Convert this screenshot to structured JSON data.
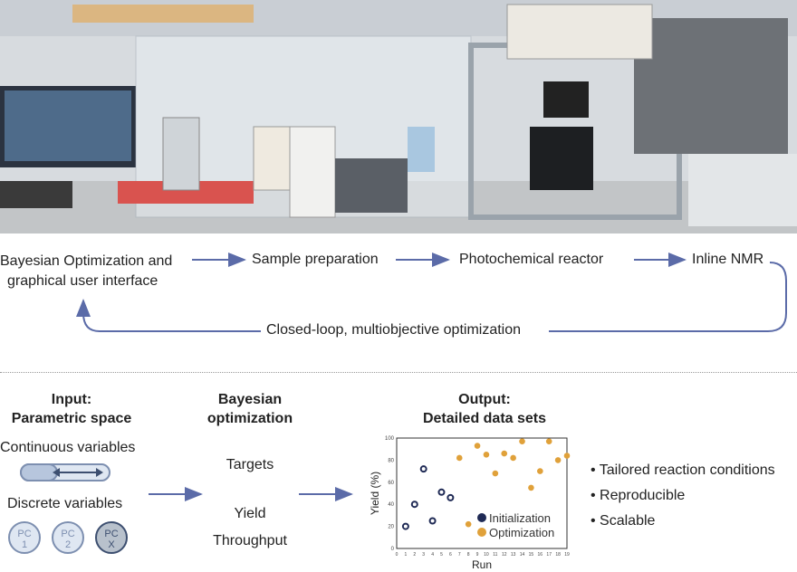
{
  "flow": {
    "step1_line1": "Bayesian Optimization and",
    "step1_line2": "graphical user interface",
    "step2": "Sample preparation",
    "step3": "Photochemical reactor",
    "step4": "Inline NMR",
    "loop_label": "Closed-loop, multiobjective optimization"
  },
  "input": {
    "title_line1": "Input:",
    "title_line2": "Parametric space",
    "continuous": "Continuous variables",
    "discrete": "Discrete variables",
    "pc1": {
      "line1": "PC",
      "line2": "1"
    },
    "pc2": {
      "line1": "PC",
      "line2": "2"
    },
    "pcx": {
      "line1": "PC",
      "line2": "X"
    }
  },
  "bayes": {
    "title_line1": "Bayesian",
    "title_line2": "optimization",
    "targets": "Targets",
    "yield": "Yield",
    "throughput": "Throughput"
  },
  "output": {
    "title_line1": "Output:",
    "title_line2": "Detailed data sets"
  },
  "bullets": [
    "• Tailored reaction conditions",
    "• Reproducible",
    "• Scalable"
  ],
  "colors": {
    "arrow": "#5b6ba8",
    "initialization": "#1f2a55",
    "optimization": "#e0a13a"
  },
  "chart_data": {
    "type": "scatter",
    "xlabel": "Run",
    "ylabel": "Yield (%)",
    "xlim": [
      0,
      19
    ],
    "ylim": [
      0,
      100
    ],
    "xticks": [
      0,
      1,
      2,
      3,
      4,
      5,
      6,
      7,
      8,
      9,
      10,
      11,
      12,
      13,
      14,
      15,
      16,
      17,
      18,
      19
    ],
    "yticks": [
      0,
      20,
      40,
      60,
      80,
      100
    ],
    "legend": "bottom-right",
    "series": [
      {
        "name": "Initialization",
        "color": "#1f2a55",
        "points": [
          [
            1,
            20
          ],
          [
            2,
            40
          ],
          [
            3,
            72
          ],
          [
            4,
            25
          ],
          [
            5,
            51
          ],
          [
            6,
            46
          ]
        ]
      },
      {
        "name": "Optimization",
        "color": "#e0a13a",
        "points": [
          [
            7,
            82
          ],
          [
            8,
            22
          ],
          [
            9,
            93
          ],
          [
            10,
            85
          ],
          [
            11,
            68
          ],
          [
            12,
            86
          ],
          [
            13,
            82
          ],
          [
            14,
            97
          ],
          [
            15,
            55
          ],
          [
            16,
            70
          ],
          [
            17,
            97
          ],
          [
            18,
            80
          ],
          [
            19,
            84
          ]
        ]
      }
    ]
  }
}
